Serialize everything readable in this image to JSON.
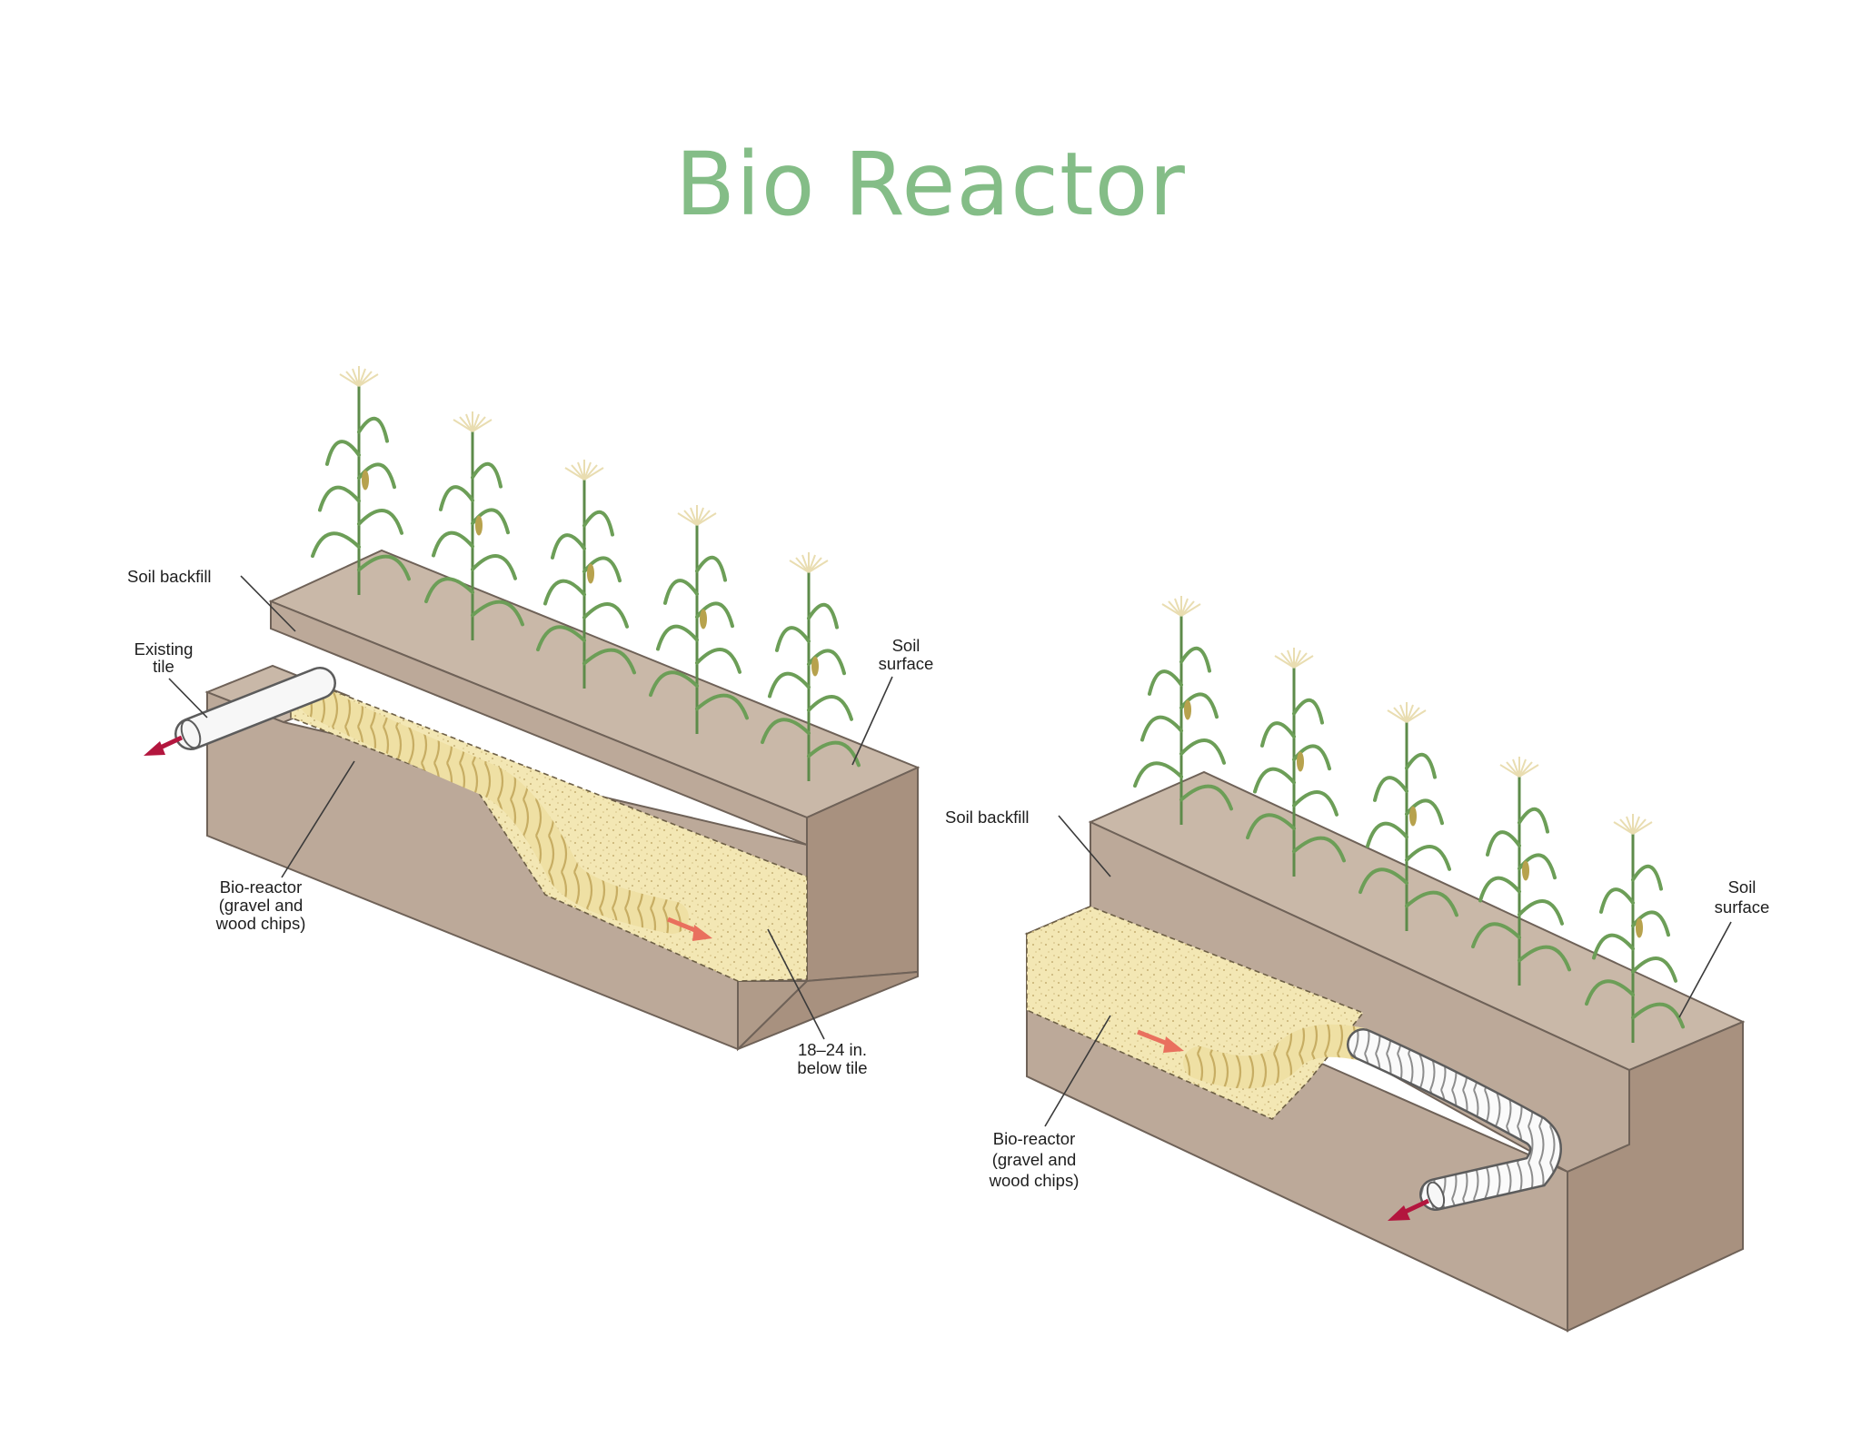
{
  "slide": {
    "title": "Bio Reactor"
  },
  "colors": {
    "title": "#84bd87",
    "soil_top": "#c9b8a8",
    "soil_front": "#bca999",
    "soil_side": "#a8917f",
    "bioreactor_fill": "#f3e7b4",
    "flow_arrow_out": "#b3163e",
    "flow_arrow_in": "#e9705e",
    "corn_leaf": "#6c9e57",
    "tassel": "#e9ddb1"
  },
  "diagram_left": {
    "labels": {
      "soil_backfill": "Soil backfill",
      "existing_tile": [
        "Existing",
        "tile"
      ],
      "soil_surface": [
        "Soil",
        "surface"
      ],
      "bioreactor": [
        "Bio-reactor",
        "(gravel and",
        "wood chips)"
      ],
      "depth": [
        "18–24 in.",
        "below tile"
      ]
    }
  },
  "diagram_right": {
    "labels": {
      "soil_backfill": "Soil backfill",
      "soil_surface": [
        "Soil",
        "surface"
      ],
      "bioreactor": [
        "Bio-reactor",
        "(gravel and",
        "wood chips)"
      ]
    }
  },
  "icons": [
    "corn-plant-icon",
    "flow-arrow-icon",
    "drain-tile-icon"
  ]
}
